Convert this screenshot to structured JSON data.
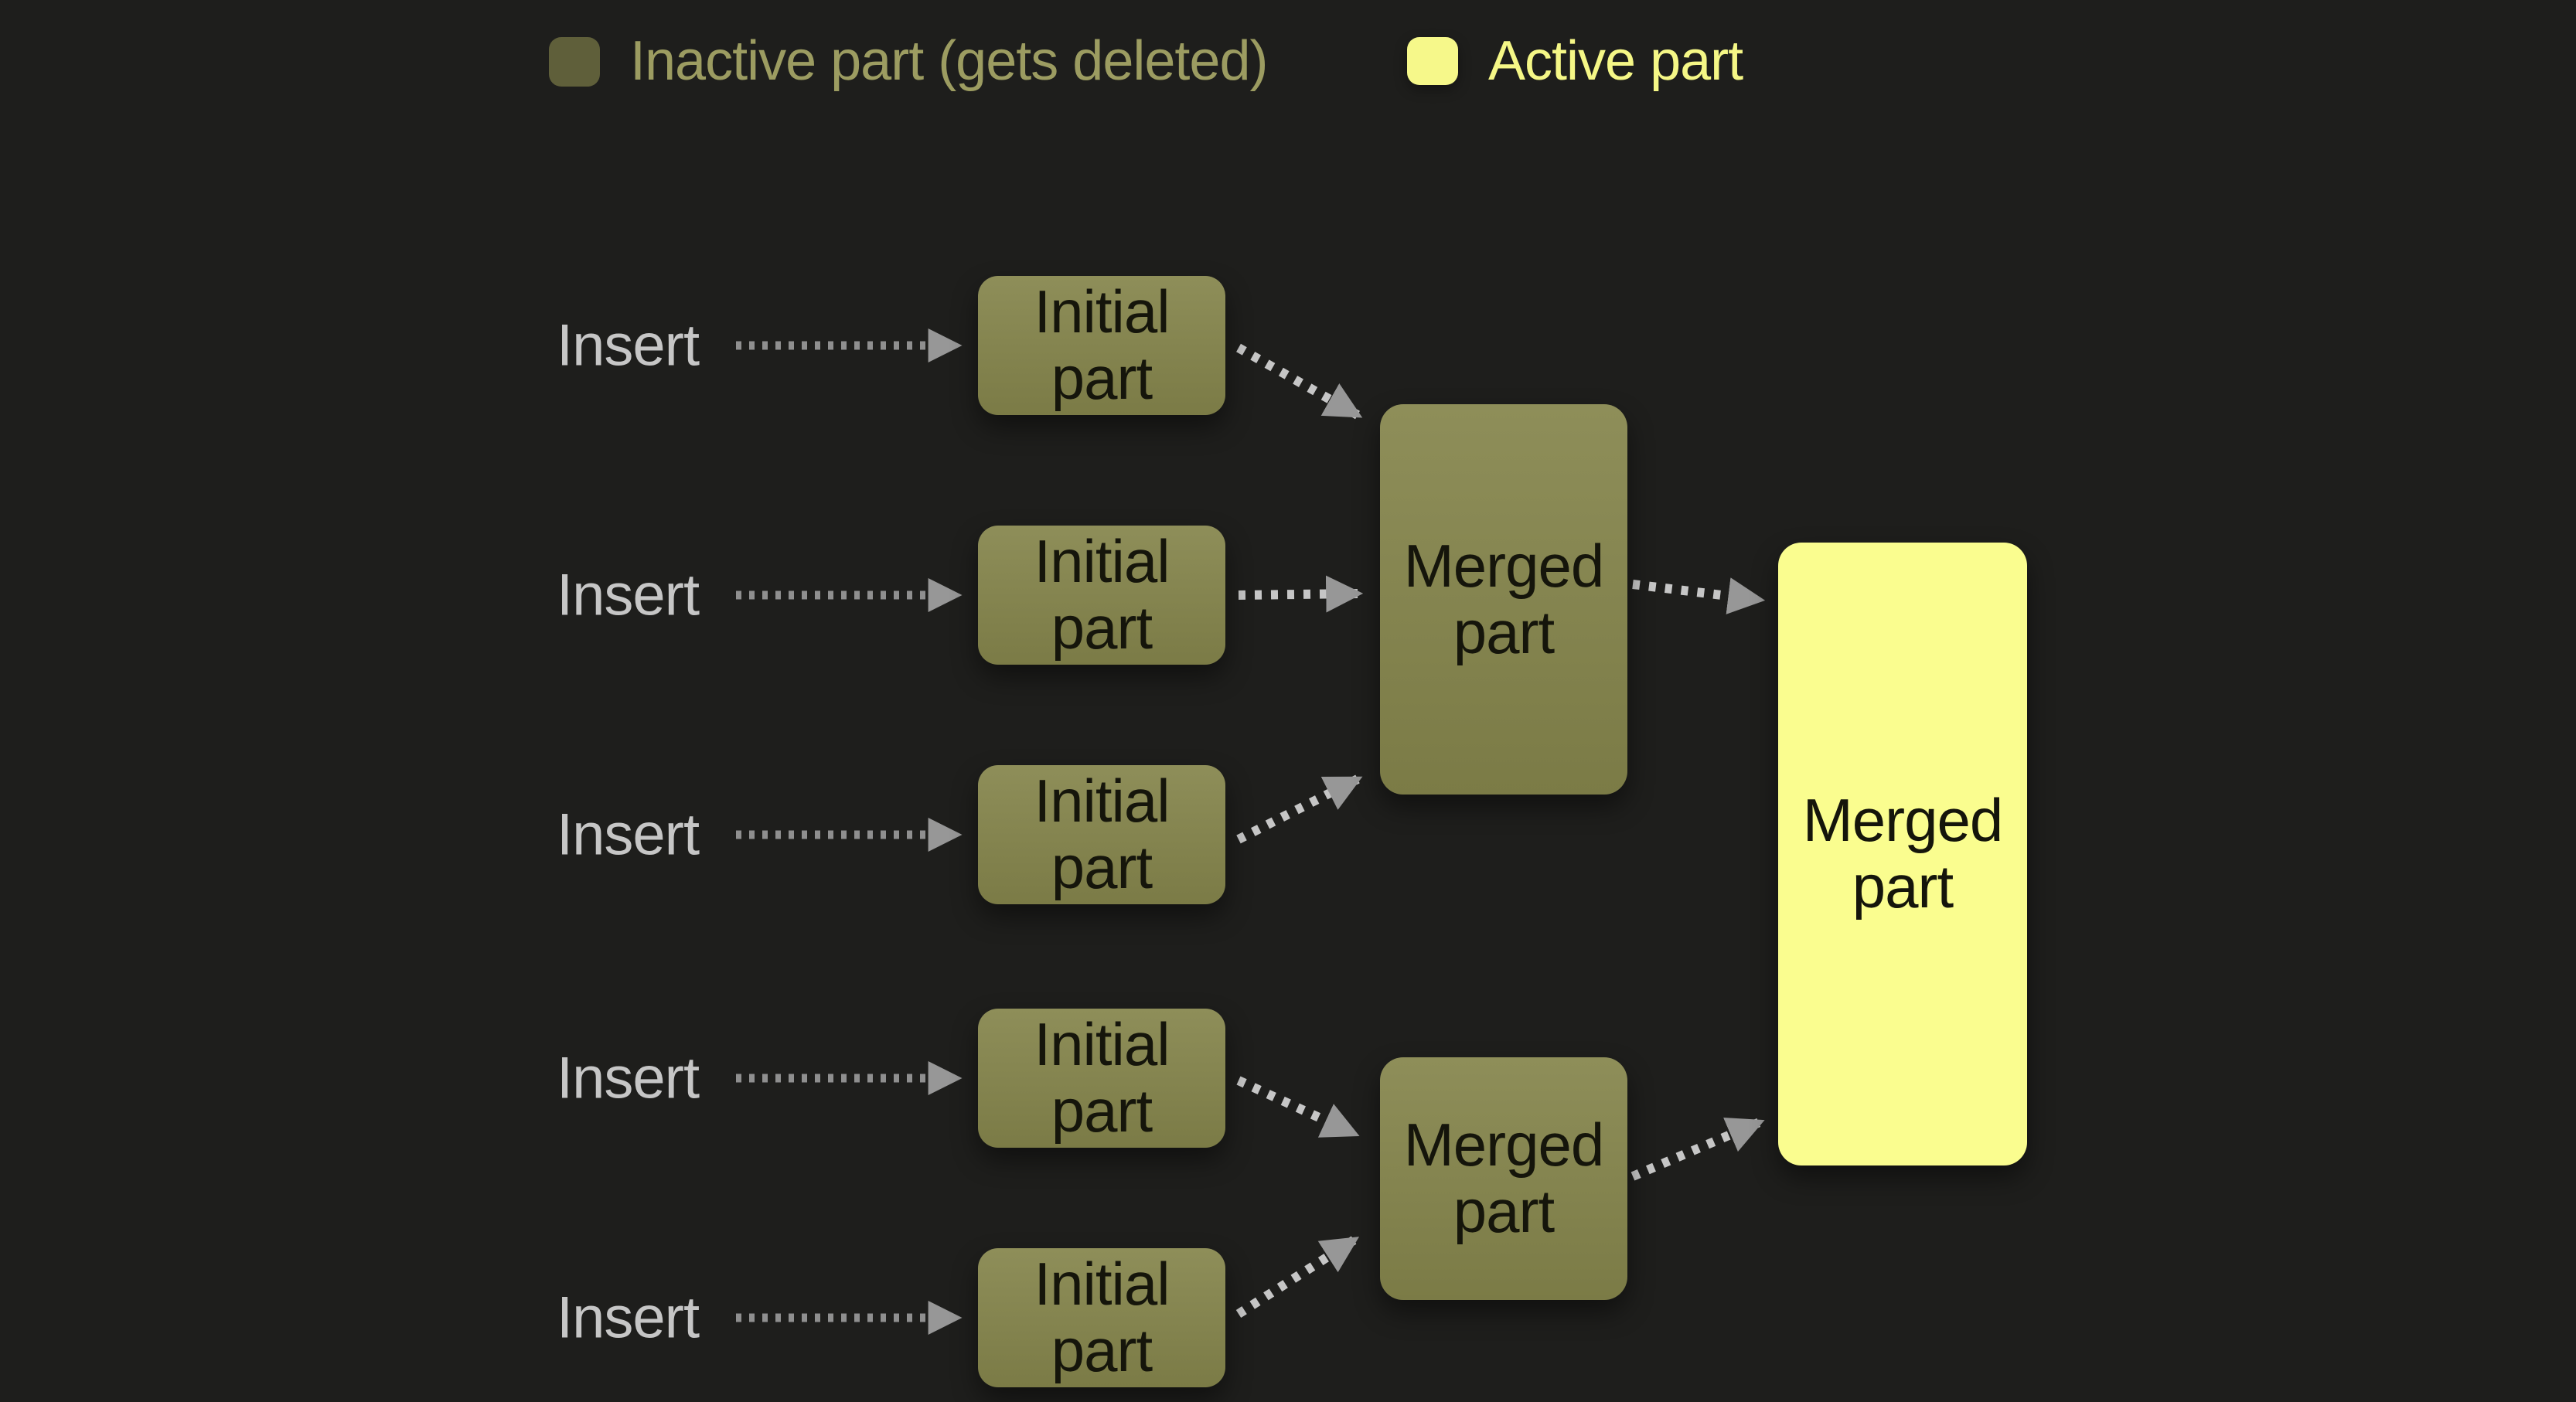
{
  "legend": {
    "inactive_label": "Inactive part (gets deleted)",
    "active_label": "Active part"
  },
  "nodes": {
    "insert_labels": [
      "Insert",
      "Insert",
      "Insert",
      "Insert",
      "Insert"
    ],
    "initial_part": {
      "line1": "Initial",
      "line2": "part"
    },
    "merged_part_1": {
      "line1": "Merged",
      "line2": "part"
    },
    "merged_part_2": {
      "line1": "Merged",
      "line2": "part"
    },
    "final_merged_part": {
      "line1": "Merged",
      "line2": "part"
    }
  },
  "colors": {
    "background": "#1e1e1c",
    "olive_top": "#8e8e59",
    "olive_bottom": "#7b7b46",
    "yellow": "#fafd8f",
    "legend_inactive_swatch": "#5f5f3a",
    "legend_active_swatch": "#f6f88a",
    "legend_inactive_text": "#9c9c61",
    "legend_active_text": "#f5f786",
    "insert_text": "#c6c6c6",
    "box_text": "#15150b",
    "arrow_gray": "#8f8f8f",
    "arrow_light": "#c6c6c6",
    "arrow_head": "#979797"
  }
}
